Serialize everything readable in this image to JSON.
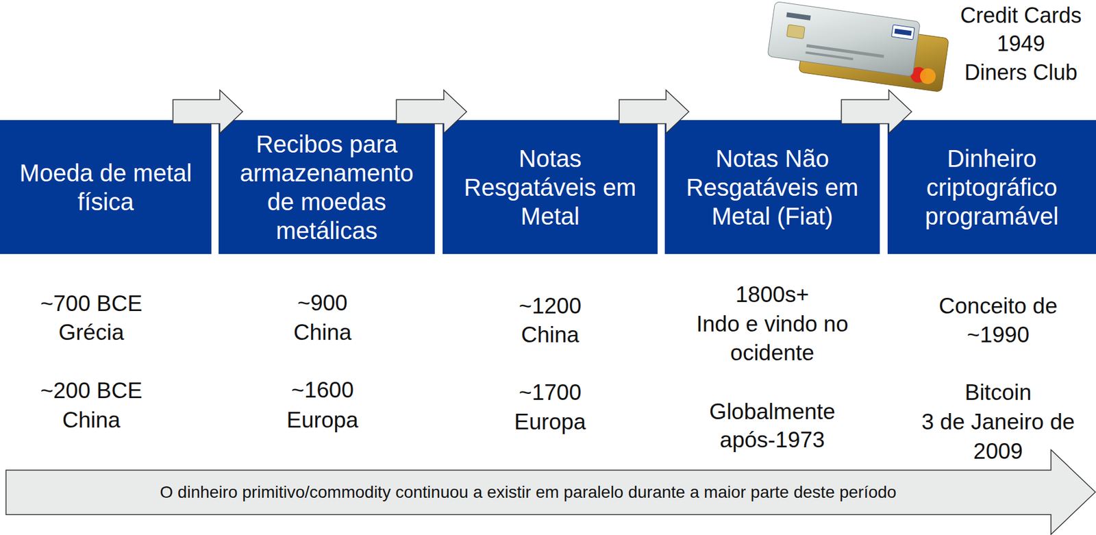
{
  "diagram": {
    "nodes": [
      {
        "text": [
          "Moeda de metal física"
        ]
      },
      {
        "text": [
          "Recibos para armazenamento de moedas metálicas"
        ]
      },
      {
        "text": [
          "Notas Resgatáveis em Metal"
        ]
      },
      {
        "text": [
          "Notas Não Resgatáveis em Metal (Fiat)"
        ]
      },
      {
        "text": [
          "Dinheiro criptográfico programável"
        ]
      },
      {
        "text": [
          "O dinheiro primitivo/commodity continuou a existir em paralelo durante a maior parte deste período"
        ]
      }
    ],
    "edges": [
      {
        "from": 0,
        "to": 1,
        "arrow": "to"
      },
      {
        "from": 1,
        "to": 2,
        "arrow": "to"
      },
      {
        "from": 2,
        "to": 3,
        "arrow": "to"
      },
      {
        "from": 3,
        "to": 4,
        "arrow": "to"
      }
    ],
    "labels": [
      "Credit Cards",
      "1949",
      "Diners Club",
      "~700 BCE",
      "Grécia",
      "~200 BCE",
      "China",
      "~900",
      "China",
      "~1600",
      "Europa",
      "~1200",
      "China",
      "~1700",
      "Europa",
      "1800s+",
      "Indo e vindo no",
      "ocidente",
      "Globalmente",
      "após-1973",
      "Conceito de",
      "~1990",
      "Bitcoin",
      "3 de Janeiro de",
      "2009"
    ]
  }
}
